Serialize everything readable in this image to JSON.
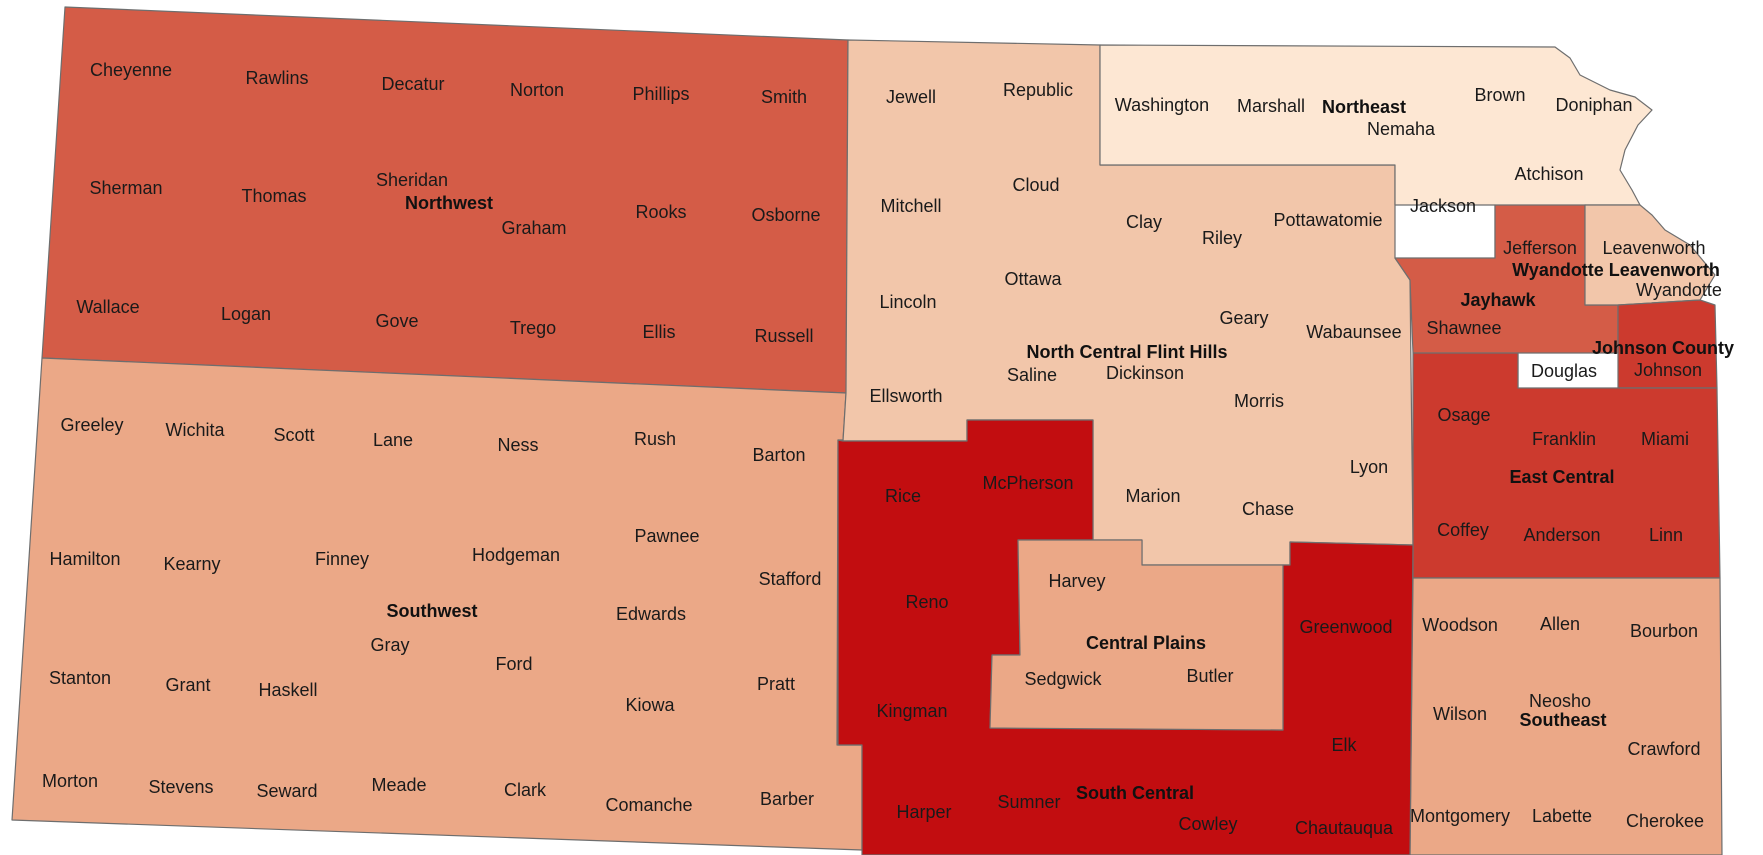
{
  "map": {
    "regions": [
      {
        "id": "northwest",
        "name": "Northwest",
        "color": "#d45c47",
        "counties": [
          "Cheyenne",
          "Rawlins",
          "Decatur",
          "Norton",
          "Phillips",
          "Smith",
          "Sherman",
          "Thomas",
          "Sheridan",
          "Graham",
          "Rooks",
          "Osborne",
          "Wallace",
          "Logan",
          "Gove",
          "Trego",
          "Ellis",
          "Russell"
        ]
      },
      {
        "id": "north-central-flint-hills",
        "name": "North Central Flint Hills",
        "color": "#f2c6aa",
        "counties": [
          "Jewell",
          "Republic",
          "Mitchell",
          "Cloud",
          "Clay",
          "Riley",
          "Pottawatomie",
          "Lincoln",
          "Ottawa",
          "Geary",
          "Wabaunsee",
          "Ellsworth",
          "Saline",
          "Dickinson",
          "Morris",
          "Marion",
          "Chase",
          "Lyon"
        ]
      },
      {
        "id": "northeast",
        "name": "Northeast",
        "color": "#fde7d3",
        "counties": [
          "Washington",
          "Marshall",
          "Nemaha",
          "Brown",
          "Doniphan",
          "Atchison",
          "Jackson"
        ]
      },
      {
        "id": "jayhawk",
        "name": "Jayhawk",
        "color": "#d45c47",
        "counties": [
          "Jefferson",
          "Shawnee",
          "Douglas"
        ]
      },
      {
        "id": "wyandotte-leavenworth",
        "name": "Wyandotte Leavenworth",
        "color": "#f2c6aa",
        "counties": [
          "Leavenworth",
          "Wyandotte"
        ]
      },
      {
        "id": "johnson-county",
        "name": "Johnson County",
        "color": "#cc3a2e",
        "counties": [
          "Johnson"
        ]
      },
      {
        "id": "east-central",
        "name": "East Central",
        "color": "#cc3a2e",
        "counties": [
          "Osage",
          "Franklin",
          "Miami",
          "Coffey",
          "Anderson",
          "Linn"
        ]
      },
      {
        "id": "southwest",
        "name": "Southwest",
        "color": "#eba887",
        "counties": [
          "Greeley",
          "Wichita",
          "Scott",
          "Lane",
          "Ness",
          "Rush",
          "Barton",
          "Hamilton",
          "Kearny",
          "Finney",
          "Hodgeman",
          "Pawnee",
          "Stafford",
          "Edwards",
          "Gray",
          "Ford",
          "Stanton",
          "Grant",
          "Haskell",
          "Kiowa",
          "Pratt",
          "Morton",
          "Stevens",
          "Seward",
          "Meade",
          "Clark",
          "Comanche",
          "Barber"
        ]
      },
      {
        "id": "south-central",
        "name": "South Central",
        "color": "#c20d10",
        "counties": [
          "Rice",
          "McPherson",
          "Reno",
          "Greenwood",
          "Kingman",
          "Elk",
          "Harper",
          "Sumner",
          "Cowley",
          "Chautauqua"
        ]
      },
      {
        "id": "central-plains",
        "name": "Central Plains",
        "color": "#eba887",
        "counties": [
          "Harvey",
          "Sedgwick",
          "Butler"
        ]
      },
      {
        "id": "southeast",
        "name": "Southeast",
        "color": "#eba887",
        "counties": [
          "Woodson",
          "Allen",
          "Bourbon",
          "Wilson",
          "Neosho",
          "Crawford",
          "Montgomery",
          "Labette",
          "Cherokee"
        ]
      }
    ],
    "border_color": "#6e6e6e"
  }
}
